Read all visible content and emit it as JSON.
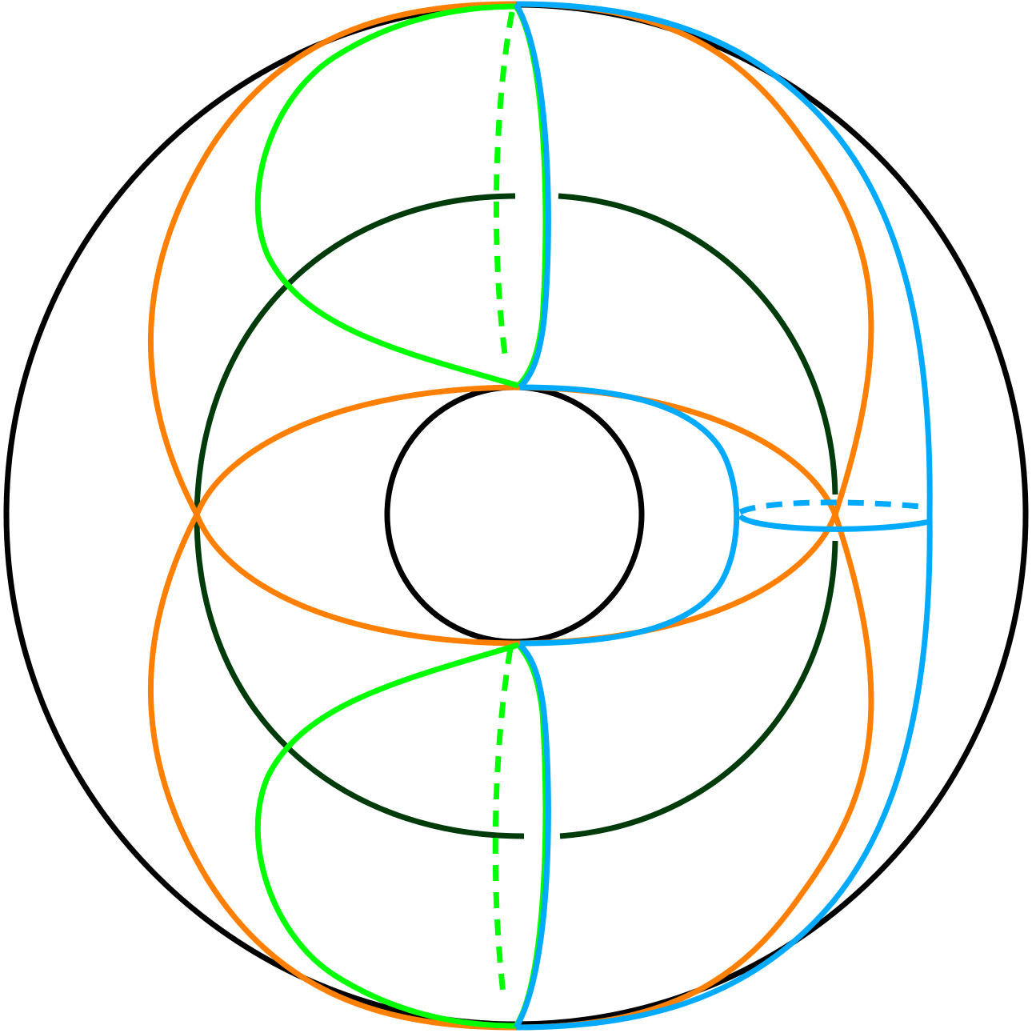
{
  "colors": {
    "outline": "#000000",
    "meridian": "#003b0b",
    "orange": "#ff7f00",
    "green": "#00ff00",
    "blue": "#00aaff",
    "background": "#ffffff"
  },
  "curves": [
    {
      "name": "outer-boundary-circle",
      "color_key": "outline"
    },
    {
      "name": "inner-hole-circle",
      "color_key": "outline"
    },
    {
      "name": "dark-green-core-circle",
      "color_key": "meridian"
    },
    {
      "name": "orange-upper-lobe",
      "color_key": "orange"
    },
    {
      "name": "orange-lower-lobe",
      "color_key": "orange"
    },
    {
      "name": "orange-middle-loop",
      "color_key": "orange"
    },
    {
      "name": "green-upper-loop",
      "color_key": "green"
    },
    {
      "name": "green-lower-loop",
      "color_key": "green"
    },
    {
      "name": "green-upper-hidden-meridian",
      "color_key": "green",
      "style": "dashed"
    },
    {
      "name": "green-lower-hidden-meridian",
      "color_key": "green",
      "style": "dashed"
    },
    {
      "name": "blue-outer-curve",
      "color_key": "blue"
    },
    {
      "name": "blue-inner-curve",
      "color_key": "blue"
    },
    {
      "name": "blue-meridian-front",
      "color_key": "blue"
    },
    {
      "name": "blue-meridian-hidden",
      "color_key": "blue",
      "style": "dashed"
    }
  ]
}
